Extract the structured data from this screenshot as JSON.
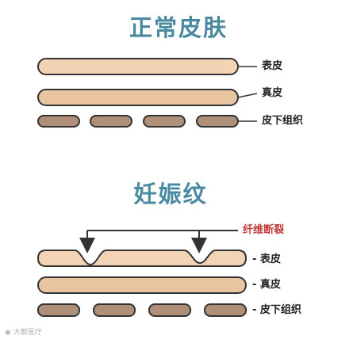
{
  "colors": {
    "title": "#4a8aa0",
    "epidermis": "#f2d3b3",
    "dermis": "#e8c4a0",
    "subcutis": "#b08f78",
    "stroke": "#333333",
    "highlight": "#c23b3b"
  },
  "section_normal": {
    "title": "正常皮肤",
    "labels": {
      "epidermis": "表皮",
      "dermis": "真皮",
      "subcutis": "皮下组织"
    }
  },
  "section_stretch": {
    "title": "妊娠纹",
    "callout": "纤维断裂",
    "labels": {
      "epidermis": "- 表皮",
      "dermis": "- 真皮",
      "subcutis": "- 皮下组织"
    }
  },
  "watermark": {
    "text": "大都医疗"
  }
}
